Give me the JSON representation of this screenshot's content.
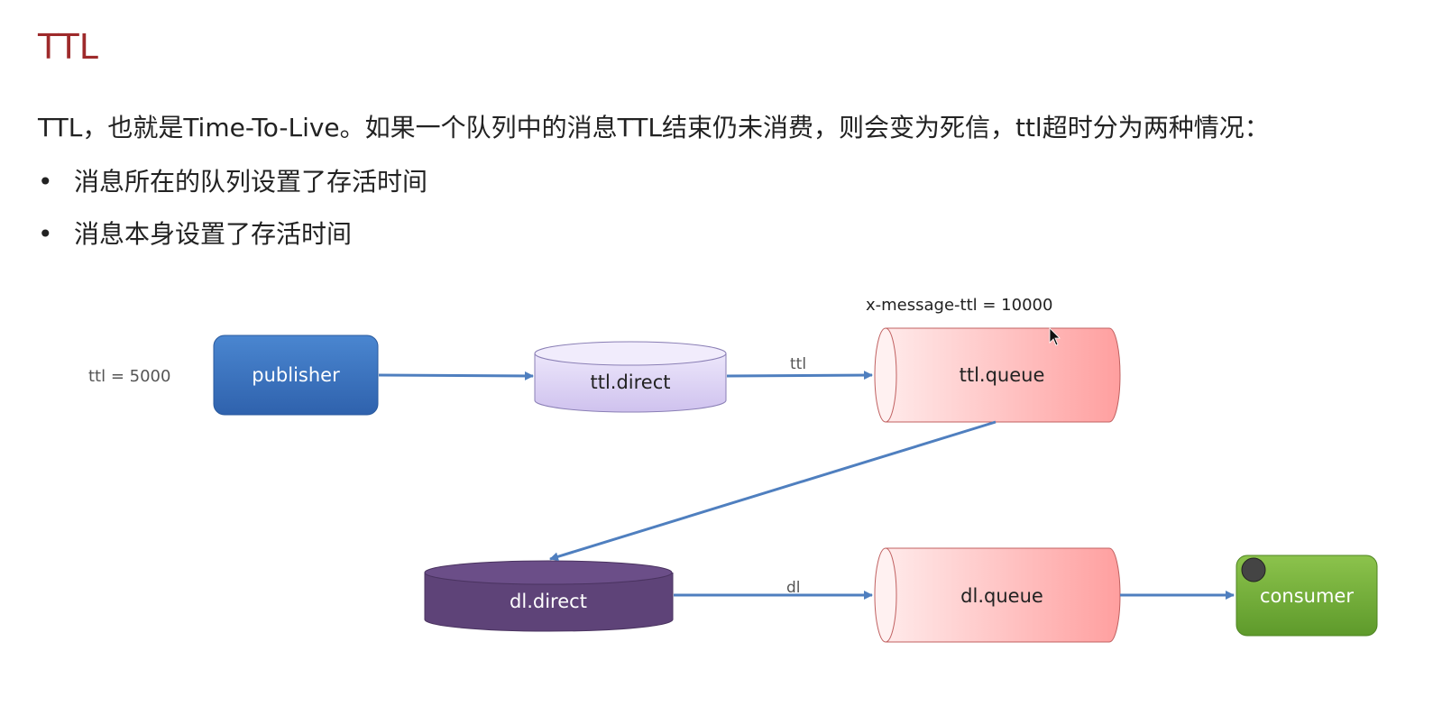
{
  "slide": {
    "title": "TTL",
    "intro": "TTL，也就是Time-To-Live。如果一个队列中的消息TTL结束仍未消费，则会变为死信，ttl超时分为两种情况：",
    "bullets": [
      "消息所在的队列设置了存活时间",
      "消息本身设置了存活时间"
    ]
  },
  "diagram": {
    "message_ttl_label": "ttl = 5000",
    "queue_ttl_label": "x-message-ttl = 10000",
    "publisher": "publisher",
    "ttl_exchange": "ttl.direct",
    "ttl_routing_key": "ttl",
    "ttl_queue": "ttl.queue",
    "dl_exchange": "dl.direct",
    "dl_routing_key": "dl",
    "dl_queue": "dl.queue",
    "consumer": "consumer"
  },
  "colors": {
    "title": "#9e2a2b",
    "publisher": "#3b73c0",
    "ttl_exchange": "#d9cff2",
    "queue_fill": "#ffb3b3",
    "dl_exchange": "#5e4378",
    "consumer": "#7cb342",
    "arrow": "#4f7fbf"
  }
}
